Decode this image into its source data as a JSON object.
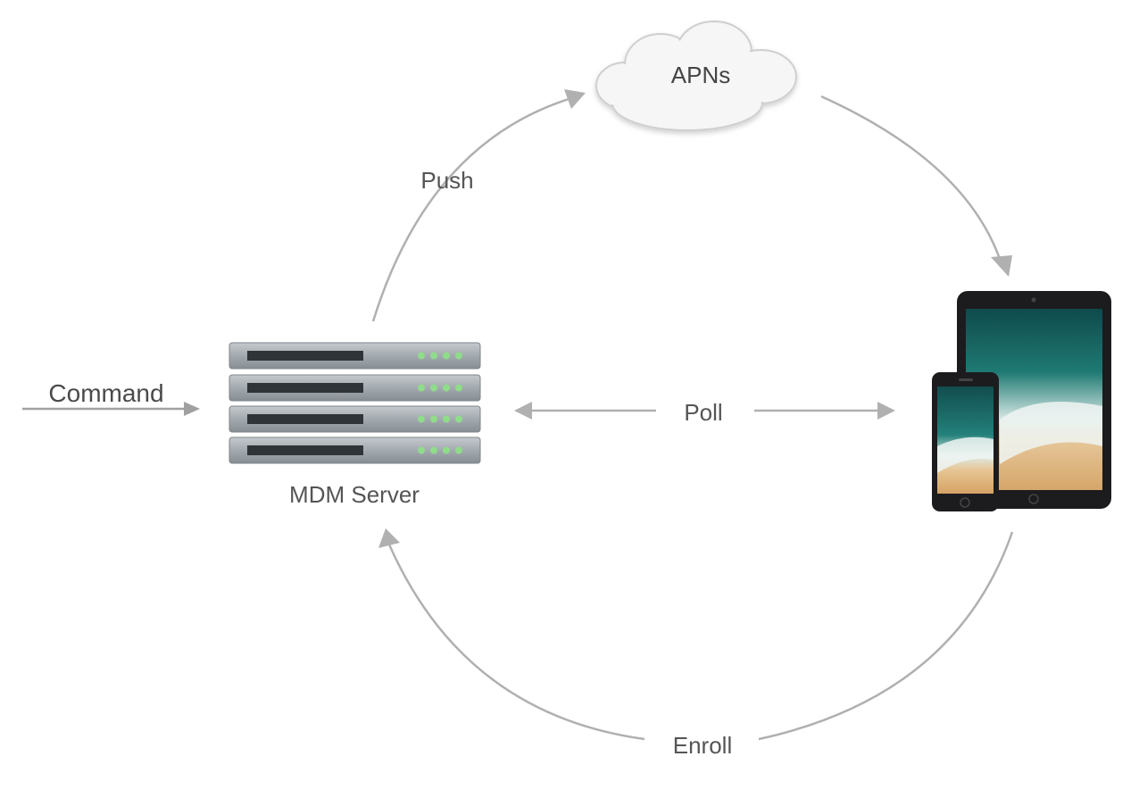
{
  "nodes": {
    "apns": {
      "label": "APNs",
      "icon": "cloud-icon"
    },
    "mdm_server": {
      "label": "MDM Server",
      "icon": "server-rack-icon"
    },
    "devices": {
      "label": "",
      "icon": "ipad-iphone-devices-icon"
    }
  },
  "flows": {
    "command": {
      "label": "Command"
    },
    "push": {
      "label": "Push"
    },
    "poll": {
      "label": "Poll"
    },
    "enroll": {
      "label": "Enroll"
    }
  },
  "colors": {
    "arrow": "#b0b0b0",
    "text": "#555555",
    "server_body": "#9aa1a6",
    "server_led": "#7ed27a",
    "device_frame": "#1c1c1e"
  }
}
